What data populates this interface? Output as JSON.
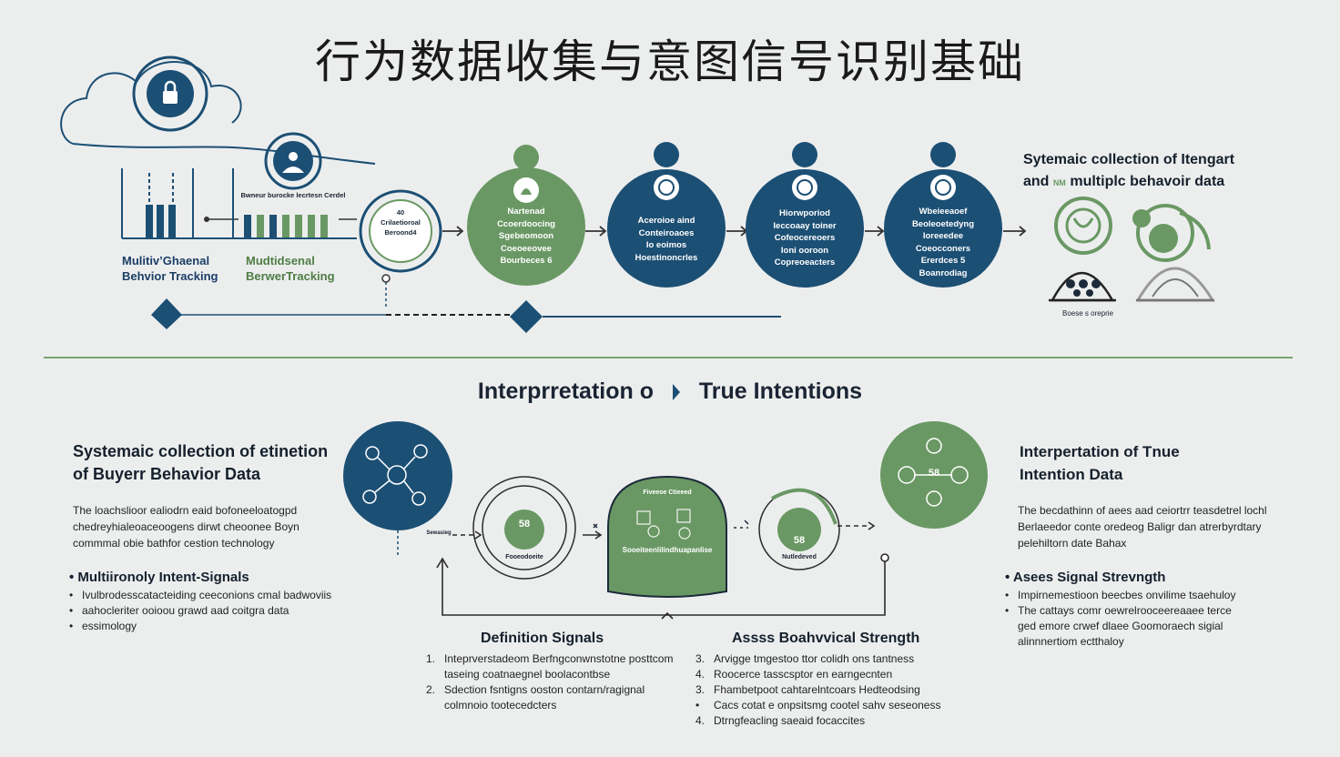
{
  "title": "行为数据收集与意图信号识别基础",
  "top": {
    "cloud_caption": "Bwneur burocke lecrtesn Cerdel",
    "left_label_1": [
      "Mulitiv’Ghaenal",
      "Behvior Tracking"
    ],
    "left_label_2": [
      "Mudtidsenal",
      "BerwerTracking"
    ],
    "first_circle_text": [
      "40",
      "Crilaetioroal",
      "Beroond4"
    ],
    "steps": [
      {
        "lines": [
          "Nartenad",
          "Ccoerdoocing",
          "Sgebeomoon",
          "Coeoeeovee",
          "Bourbeces 6"
        ]
      },
      {
        "lines": [
          "Aceroioe aind",
          "Conteiroaoes",
          "Io eoimos",
          "Hoestinoncrles"
        ]
      },
      {
        "lines": [
          "Hiorwporiod",
          "Ieccoaay toiner",
          "Cofeocereoers",
          "Ioni ooroon",
          "Copreoeacters"
        ]
      },
      {
        "lines": [
          "Wbeieeaoef",
          "Beoleoetedyng",
          "Ioreeedee",
          "Coeocconers",
          "Ererdces 5",
          "Boanrodiag"
        ]
      }
    ],
    "right_title": [
      "Sytemaic collection of Itengart",
      "and",
      "multiplc behavoir data"
    ],
    "right_badge": "NM",
    "right_caption": "Boese s oreprie"
  },
  "subtitle": [
    "Interprretation o",
    "True Intentions"
  ],
  "left": {
    "heading": [
      "Systemaic collection of etinetion",
      "of Buyerr Behavior Data"
    ],
    "body": [
      "The loachslioor ealiodrn eaid bofoneeloatogpd",
      "chedreyhialeoaceoogens dirwt cheoonee Boyn",
      "commmal obie bathfor cestion technology"
    ],
    "bullet_heading": "Multiironoly Intent-Signals",
    "bullets": [
      "Ivulbrodesscatacteiding ceeconions cmal badwoviis",
      "aahocleriter ooioou grawd aad coitgra data",
      "essimology"
    ]
  },
  "center": {
    "small_left": "Sewasieg",
    "inner_left_num": "58",
    "inner_left_caption": "Fooeodoeite",
    "dome_top": "Fiveeoe Ctieeed",
    "dome_caption": "Sooeiteenlilindhuapanlise",
    "inner_right_num": "58",
    "inner_right_caption": "Nutledeved",
    "def_heading": "Definition Signals",
    "def_items": [
      {
        "n": "1.",
        "text": [
          "Inteprverstadeom Berfngconwnstotne posttcom",
          "taseing coatnaegnel boolacontbse"
        ]
      },
      {
        "n": "2.",
        "text": [
          "Sdection fsntigns ooston contarn/ragignal",
          "colmnoio tootecedcters"
        ]
      }
    ],
    "assess_heading": "Assss Boahvvical Strength",
    "assess_items": [
      {
        "n": "3.",
        "text": "Arvigge tmgestoo ttor colidh ons tantness"
      },
      {
        "n": "4.",
        "text": "Roocerce tasscsptor en earngecnten"
      },
      {
        "n": "3.",
        "text": "Fhambetpoot cahtarelntcoars Hedteodsing"
      },
      {
        "n": "•",
        "text": "Cacs cotat e onpsitsmg cootel sahv seseoness"
      },
      {
        "n": "4.",
        "text": "Dtrngfeacling saeaid focaccites"
      }
    ]
  },
  "right": {
    "heading": [
      "Interpertation of Tnue",
      "Intention Data"
    ],
    "body": [
      "The becdathinn of aees aad ceiortrr teasdetrel lochl",
      "Berlaeedor conte oredeog Baligr dan atrerbyrdtary",
      "pelehiltorn date Bahax"
    ],
    "bullet_heading": "Asees Signal Strevngth",
    "bullets": [
      [
        "Impirnemestioon beecbes onvilime tsaehuloy"
      ],
      [
        "The cattays comr oewrelrooceereaaee terce",
        "ged emore crwef dlaee Goomoraech sigial",
        "alinnnertiom ectthaloy"
      ]
    ],
    "circle_num": "58"
  },
  "colors": {
    "navy": "#1c4f74",
    "green": "#6a9864",
    "accent_line": "#7aa26f"
  }
}
